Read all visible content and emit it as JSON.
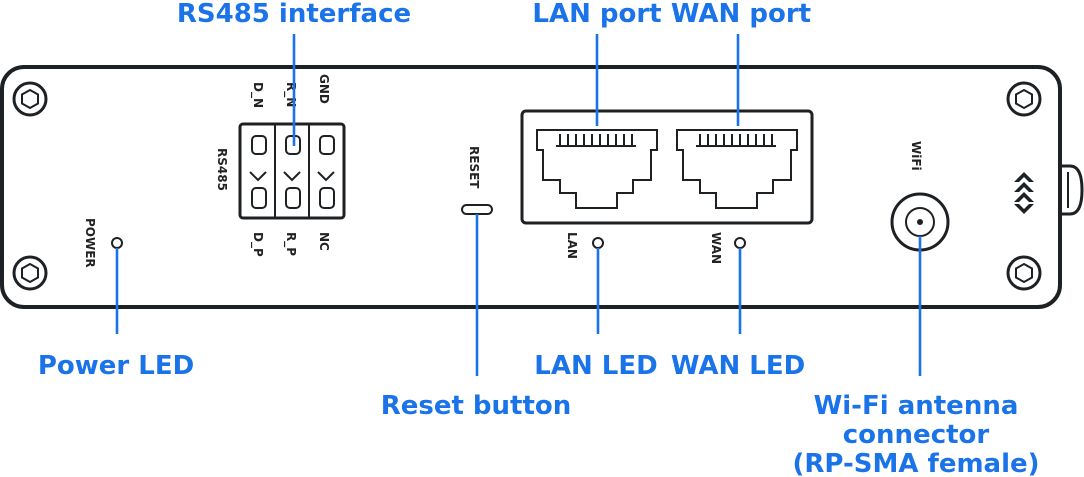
{
  "callouts": {
    "rs485_interface": "RS485 interface",
    "lan_port": "LAN port",
    "wan_port": "WAN port",
    "power_led": "Power LED",
    "reset_button": "Reset button",
    "lan_led": "LAN LED",
    "wan_led": "WAN LED",
    "wifi_antenna_line1": "Wi-Fi antenna",
    "wifi_antenna_line2": "connector",
    "wifi_antenna_line3": "(RP-SMA female)"
  },
  "panel_labels": {
    "gnd": "GND",
    "r_n": "R_N",
    "d_n": "D_N",
    "rs485": "RS485",
    "d_p": "D_P",
    "r_p": "R_P",
    "nc": "NC",
    "power": "POWER",
    "reset": "RESET",
    "lan": "LAN",
    "wan": "WAN",
    "wifi": "WiFi"
  },
  "colors": {
    "accent": "#1a73e8",
    "ink": "#1e2124"
  }
}
